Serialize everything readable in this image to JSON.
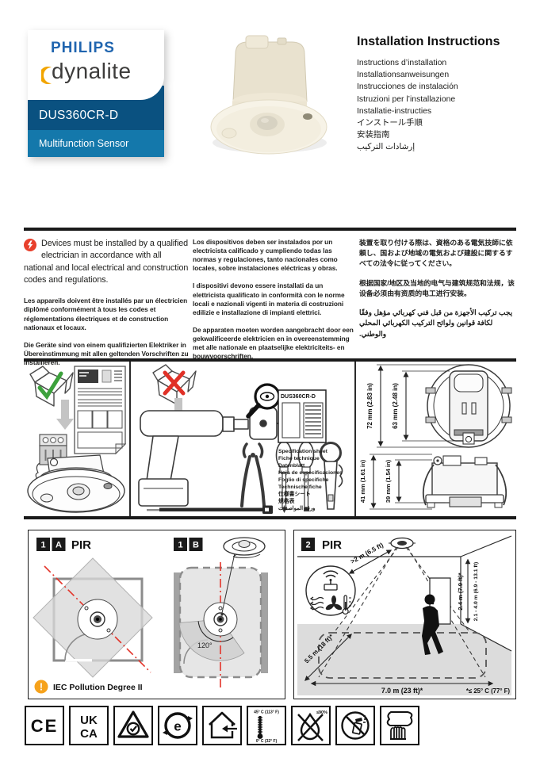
{
  "logo": {
    "brand": "PHILIPS",
    "sub_brand": "dynalite",
    "model": "DUS360CR-D",
    "product_type": "Multifunction Sensor"
  },
  "header": {
    "title": "Installation Instructions",
    "subtitles": [
      "Instructions d’installation",
      "Installationsanweisungen",
      "Instrucciones de instalación",
      "Istruzioni per l’installazione",
      "Installatie-instructies",
      "インストール手順",
      "安装指南",
      "إرشادات التركيب"
    ]
  },
  "safety": {
    "en": "Devices must be installed by a qualified electrician in accordance with all national and local electrical and construction codes and regulations.",
    "fr": "Les appareils doivent être installés par un électricien diplômé conformément à tous les codes et réglementations électriques et de construction nationaux et locaux.",
    "de": "Die Geräte sind von einem qualifizierten Elektriker in Übereinstimmung mit allen geltenden Vorschriften zu installieren.",
    "es": "Los dispositivos deben ser instalados por un electricista calificado y cumpliendo todas las normas y regulaciones, tanto nacionales como locales, sobre instalaciones eléctricas y obras.",
    "it": "I dispositivi devono essere installati da un elettricista qualificato in conformità con le norme locali e nazionali vigenti in materia di costruzioni edilizie e installazione di impianti elettrici.",
    "nl": "De apparaten moeten worden aangebracht door een gekwalificeerde elektricien en in overeenstemming met alle nationale en plaatselijke elektriciteits- en bouwvoorschriften.",
    "ja": "装置を取り付ける際は、資格のある電気技師に依頼し、国および地域の電気および建設に関するすべての法令に従ってください。",
    "zh": "根据国家/地区及当地的电气与建筑规范和法规，该设备必须由有资质的电工进行安装。",
    "ar": "يجب تركيب الأجهزة من قبل فني كهربائي مؤهل وفقًا لكافة قوانين ولوائح التركيب الكهربائي المحلي والوطني."
  },
  "spec": {
    "model": "DUS360CR-D",
    "labels": [
      "Specification sheet",
      "Fiche technique",
      "Datenblatt",
      "Hoja de especificaciones",
      "Foglio di specifiche",
      "Technische fiche",
      "仕様書シート",
      "規格表",
      "ورقة المواصفات"
    ]
  },
  "dimensions": {
    "outer_diameter": "72 mm (2.83 in)",
    "cutout_diameter": "63 mm (2.48 in)",
    "overall_height": "41 mm (1.61 in)",
    "recess_depth": "39 mm (1.54 in)"
  },
  "pir_adjust": {
    "step": "1",
    "variant_a": "A",
    "variant_b": "B",
    "label": "PIR",
    "rotation_angle": "120°",
    "alert_mark": "!",
    "pollution_note": "IEC Pollution Degree II"
  },
  "pir_range": {
    "step": "2",
    "label": "PIR",
    "clearance": ">2 m (6.5 ft)",
    "mount_height": "2.4 m (7.9 ft)*",
    "mount_range": "2.1 - 4.0 m (6.9 - 13.1 ft)",
    "coverage_diagonal": "5.5 m (18 ft)*",
    "coverage_width": "7.0 m (23 ft)*",
    "temp_condition": "*≤ 25° C (77° F)"
  },
  "certifications": {
    "ce": "CE",
    "ukca_top": "UK",
    "ukca_bottom": "CA",
    "rohs_e": "e",
    "temp_max": "45° C (113° F)",
    "temp_min": "0° C (32° F)",
    "humidity_max": "≤90%"
  },
  "colors": {
    "philips_blue": "#2065af",
    "band_dark": "#0a5180",
    "band_light": "#1478ab",
    "dynalite_yellow": "#f2a500",
    "safety_red": "#e8402c",
    "check_green": "#3ca13c",
    "cross_red": "#e03127",
    "guide_red": "#e3342a",
    "alert_orange": "#f6a21b"
  }
}
